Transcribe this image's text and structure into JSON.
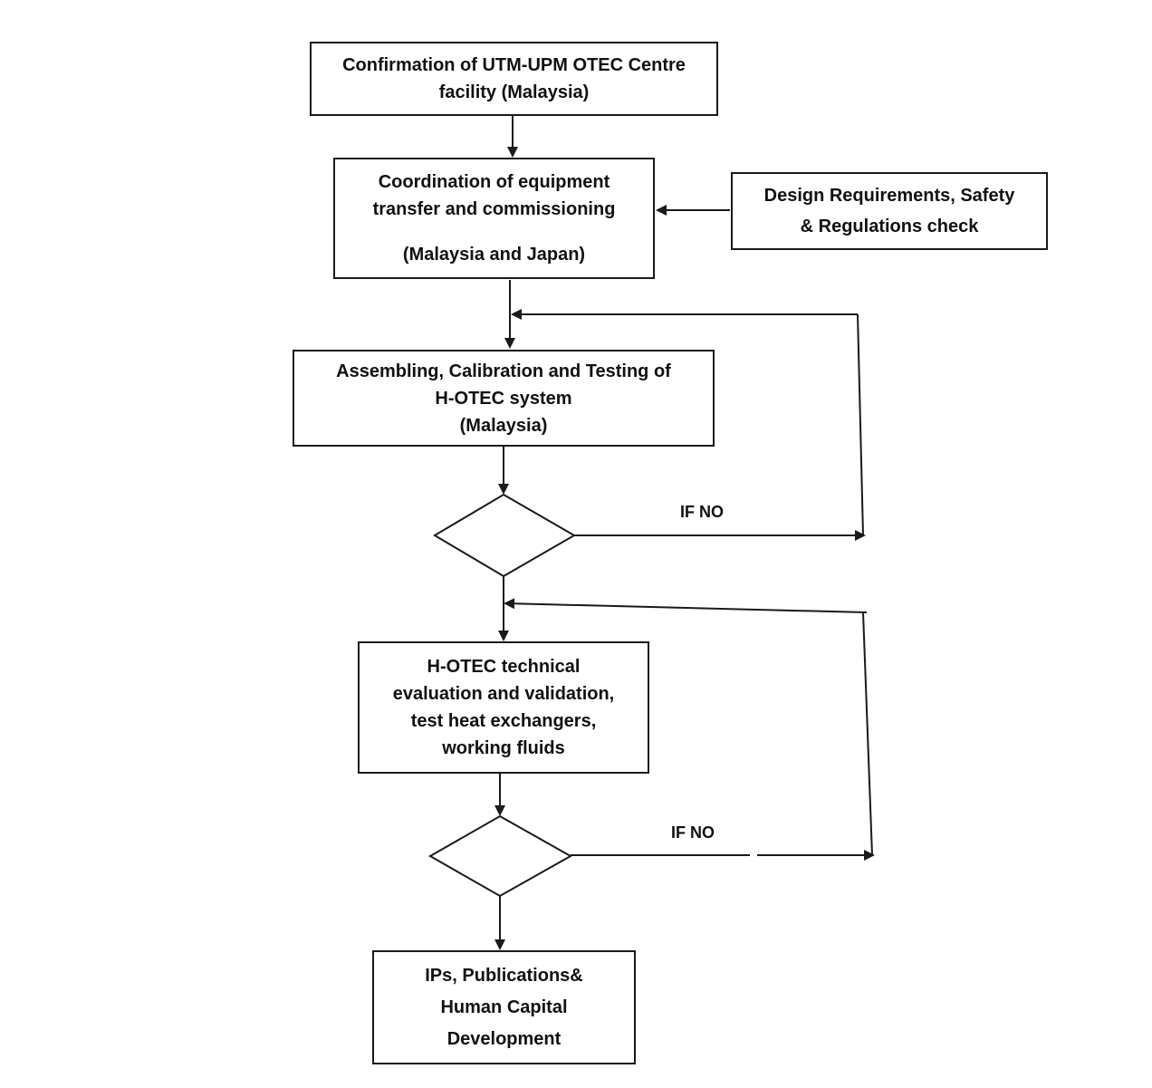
{
  "flowchart": {
    "steps": {
      "confirmation": [
        "Confirmation of UTM-UPM OTEC Centre",
        "facility (Malaysia)"
      ],
      "coordination": [
        "Coordination of equipment",
        "transfer and commissioning",
        "(Malaysia and Japan)"
      ],
      "design_check": [
        "Design Requirements, Safety",
        "& Regulations check"
      ],
      "assembling": [
        "Assembling, Calibration and Testing of",
        "H-OTEC system",
        "(Malaysia)"
      ],
      "evaluation": [
        "H-OTEC technical",
        "evaluation and validation,",
        "test heat exchangers,",
        "working fluids"
      ],
      "outputs": [
        "IPs, Publications&",
        "Human Capital",
        "Development"
      ]
    },
    "decisions": {
      "first_no_label": "IF NO",
      "second_no_label": "IF NO"
    },
    "colors": {
      "line": "#1a1a1a",
      "background": "#ffffff"
    }
  }
}
